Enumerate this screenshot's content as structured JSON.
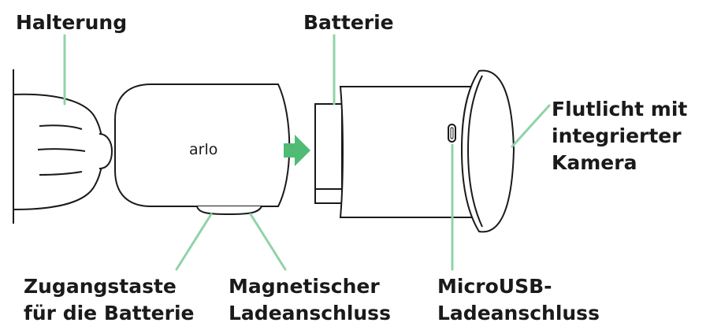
{
  "labels": {
    "mount": "Halterung",
    "battery": "Batterie",
    "floodlight": [
      "Flutlicht mit",
      "integrierter",
      "Kamera"
    ],
    "battery_access": [
      "Zugangstaste",
      "für die Batterie"
    ],
    "magnetic_charging": [
      "Magnetischer",
      "Ladeanschluss"
    ],
    "microusb_charging": [
      "MicroUSB-",
      "Ladeanschluss"
    ]
  },
  "brand_text": "arlo",
  "colors": {
    "callout_line": "#8fd3a7",
    "arrow": "#4fbb74",
    "outline": "#1a1a1a",
    "text": "#1a1a1a"
  }
}
